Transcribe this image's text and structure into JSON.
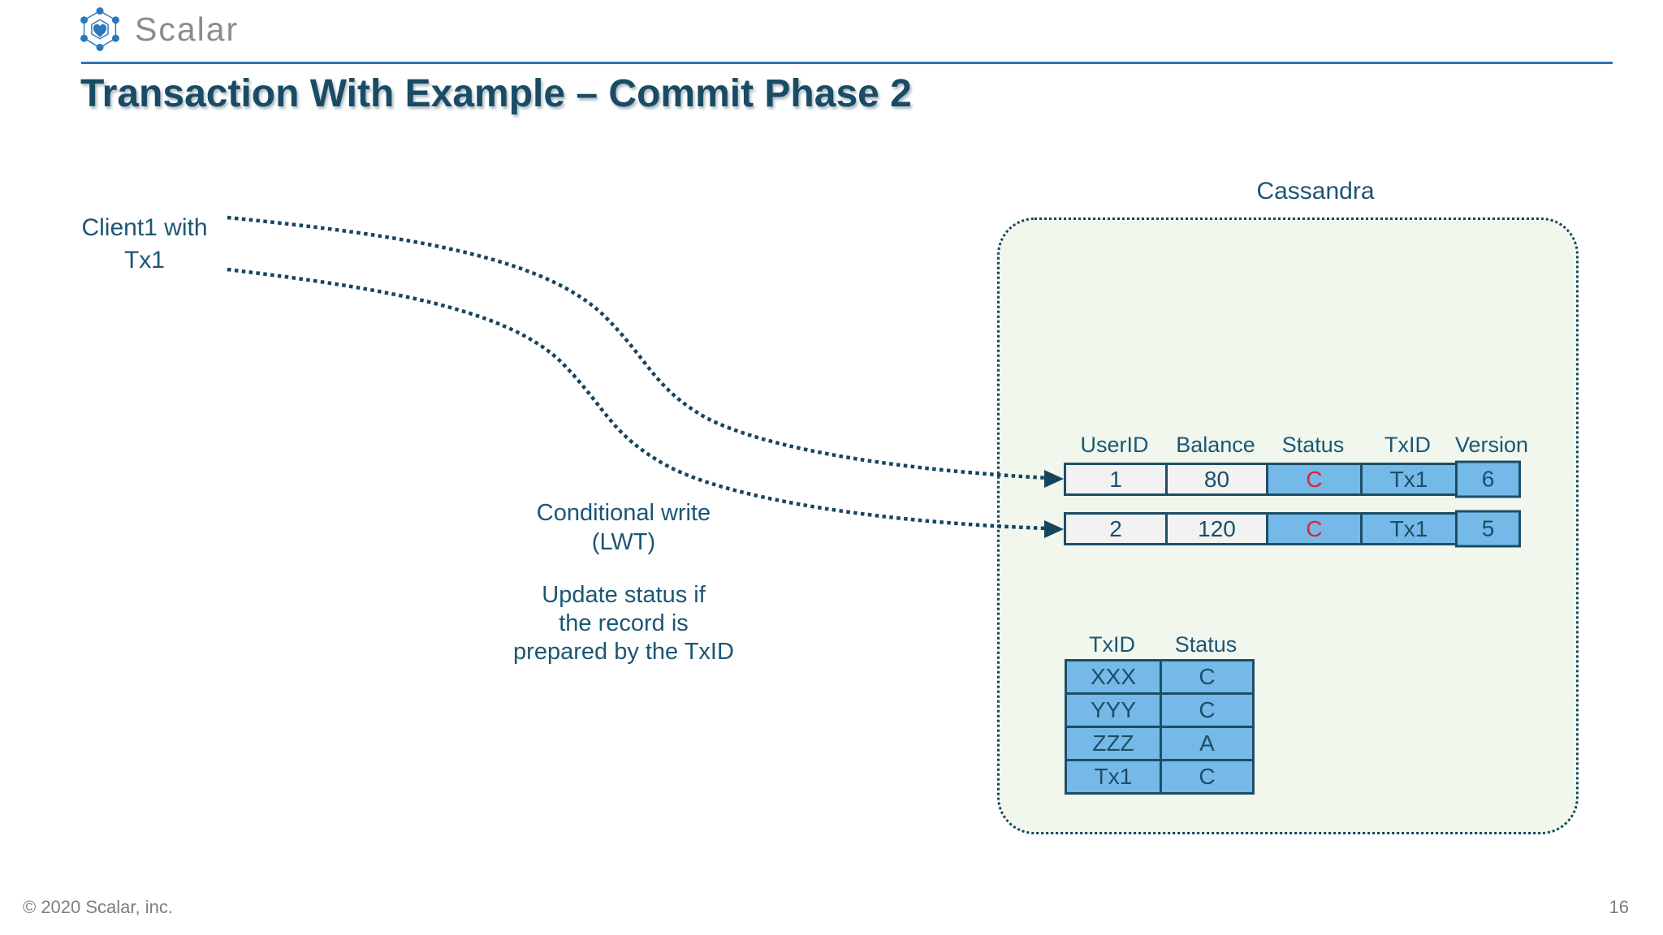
{
  "logo": {
    "brand": "Scalar",
    "icon": "scalar-hexagon-icon"
  },
  "title": "Transaction With Example – Commit Phase 2",
  "client": {
    "line1": "Client1 with",
    "line2": "Tx1"
  },
  "notes": {
    "conditional": {
      "line1": "Conditional write",
      "line2": "(LWT)"
    },
    "update": {
      "line1": "Update status if",
      "line2": "the record is",
      "line3": "prepared by the TxID"
    }
  },
  "cassandra": {
    "label": "Cassandra",
    "record_table": {
      "headers": [
        "UserID",
        "Balance",
        "Status",
        "TxID",
        "Version"
      ],
      "rows": [
        [
          "1",
          "80",
          "C",
          "Tx1",
          "6"
        ],
        [
          "2",
          "120",
          "C",
          "Tx1",
          "5"
        ]
      ]
    },
    "status_table": {
      "headers": [
        "TxID",
        "Status"
      ],
      "rows": [
        [
          "XXX",
          "C"
        ],
        [
          "YYY",
          "C"
        ],
        [
          "ZZZ",
          "A"
        ],
        [
          "Tx1",
          "C"
        ]
      ]
    }
  },
  "footer": {
    "copyright": "© 2020 Scalar, inc.",
    "page_number": "16"
  },
  "colors": {
    "title_text": "#1A4B64",
    "body_text": "#1C5674",
    "stroke_navy": "#16455E",
    "cell_blue": "#74B9E8",
    "cell_light": "#F2F2F2",
    "status_red": "#DF2430",
    "box_fill": "#F1F7ED",
    "divider_blue": "#2E74B5",
    "logo_blue": "#2878BE",
    "footer_gray": "#7F7F7F"
  }
}
